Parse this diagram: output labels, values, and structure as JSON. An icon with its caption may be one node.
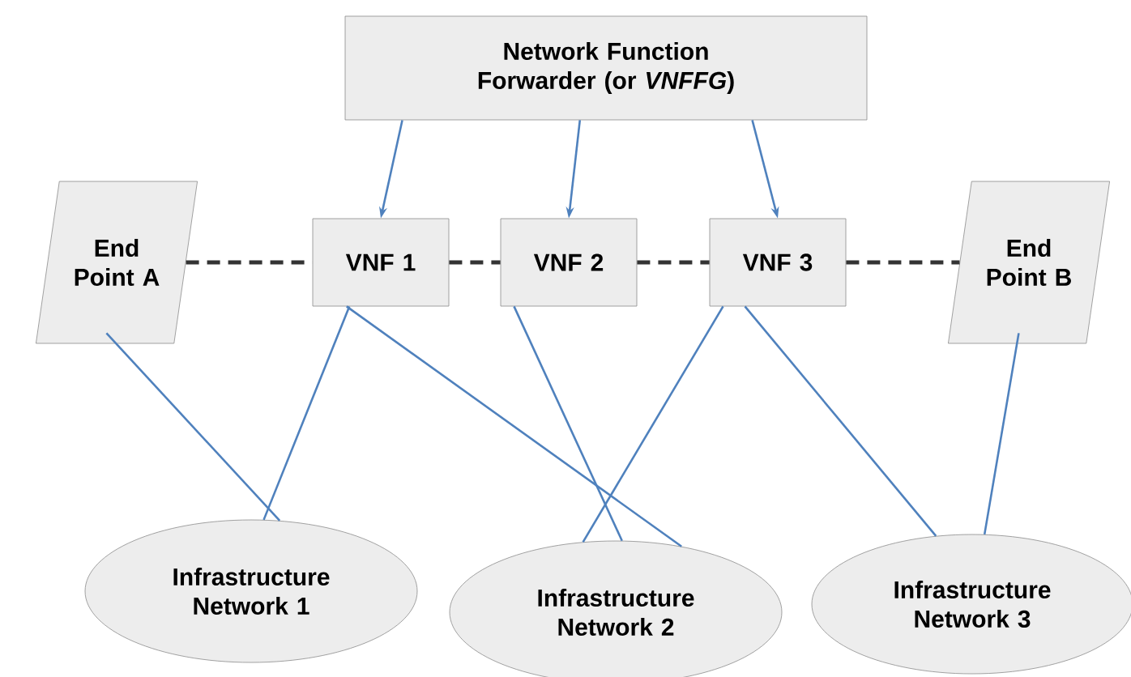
{
  "diagram": {
    "nodes": [
      {
        "text": [
          "Network Function Forwarder (or *VNFFG*)"
        ]
      },
      {
        "text": [
          "End Point A"
        ]
      },
      {
        "text": [
          "VNF 1"
        ]
      },
      {
        "text": [
          "VNF 2"
        ]
      },
      {
        "text": [
          "VNF 3"
        ]
      },
      {
        "text": [
          "End Point B"
        ]
      },
      {
        "text": [
          "Infrastructure Network 1"
        ]
      },
      {
        "text": [
          "Infrastructure Network 2"
        ]
      },
      {
        "text": [
          "Infrastructure Network 3"
        ]
      }
    ],
    "edges": [
      {
        "from": 0,
        "to": 2,
        "arrow": "to"
      },
      {
        "from": 0,
        "to": 3,
        "arrow": "to"
      },
      {
        "from": 0,
        "to": 4,
        "arrow": "to"
      },
      {
        "from": 1,
        "to": 2,
        "arrow": "none",
        "style": "dashed",
        "color": "#333333"
      },
      {
        "from": 2,
        "to": 3,
        "arrow": "none",
        "style": "dashed",
        "color": "#333333"
      },
      {
        "from": 3,
        "to": 4,
        "arrow": "none",
        "style": "dashed",
        "color": "#333333"
      },
      {
        "from": 4,
        "to": 5,
        "arrow": "none",
        "style": "dashed",
        "color": "#333333"
      },
      {
        "from": 1,
        "to": 6,
        "arrow": "none"
      },
      {
        "from": 2,
        "to": 6,
        "arrow": "none"
      },
      {
        "from": 2,
        "to": 7,
        "arrow": "none"
      },
      {
        "from": 3,
        "to": 7,
        "arrow": "none"
      },
      {
        "from": 4,
        "to": 7,
        "arrow": "none"
      },
      {
        "from": 4,
        "to": 8,
        "arrow": "none"
      },
      {
        "from": 5,
        "to": 8,
        "arrow": "none"
      }
    ]
  }
}
